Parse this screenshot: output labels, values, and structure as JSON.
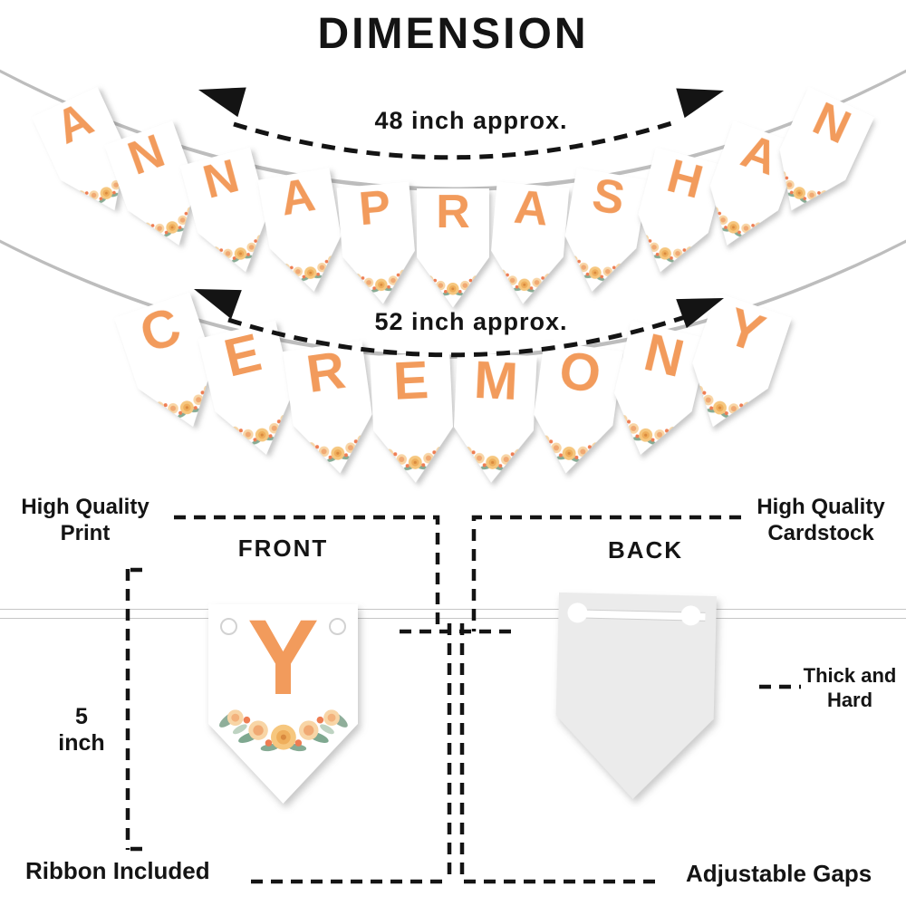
{
  "title": "DIMENSION",
  "banner_rows": [
    {
      "name": "row-1",
      "letters": [
        "A",
        "N",
        "N",
        "A",
        "P",
        "R",
        "A",
        "S",
        "H",
        "A",
        "N"
      ],
      "word": "ANNAPRASHAN",
      "measure_label": "48 inch approx."
    },
    {
      "name": "row-2",
      "letters": [
        "C",
        "E",
        "R",
        "E",
        "M",
        "O",
        "N",
        "Y"
      ],
      "word": "CEREMONY",
      "measure_label": "52 inch approx."
    }
  ],
  "detail": {
    "front": {
      "label": "FRONT",
      "letter": "Y"
    },
    "back": {
      "label": "BACK"
    },
    "callouts": {
      "high_quality_print_line1": "High Quality",
      "high_quality_print_line2": "Print",
      "high_quality_cardstock_line1": "High Quality",
      "high_quality_cardstock_line2": "Cardstock",
      "height_value": "5",
      "height_unit": "inch",
      "thick_line1": "Thick and",
      "thick_line2": "Hard",
      "ribbon_included": "Ribbon Included",
      "adjustable_gaps": "Adjustable Gaps"
    }
  },
  "colors": {
    "letter_orange": "#F29B5C",
    "flag_white": "#FFFFFF",
    "back_flag_gray": "#EBEBEB",
    "annotation_black": "#141414",
    "ribbon_shadow": "#BDBDBD",
    "flower_main": "#F6C77F",
    "flower_light": "#F8D5A6",
    "flower_accent": "#EE7D52",
    "leaf_green": "#8FAE9A"
  }
}
